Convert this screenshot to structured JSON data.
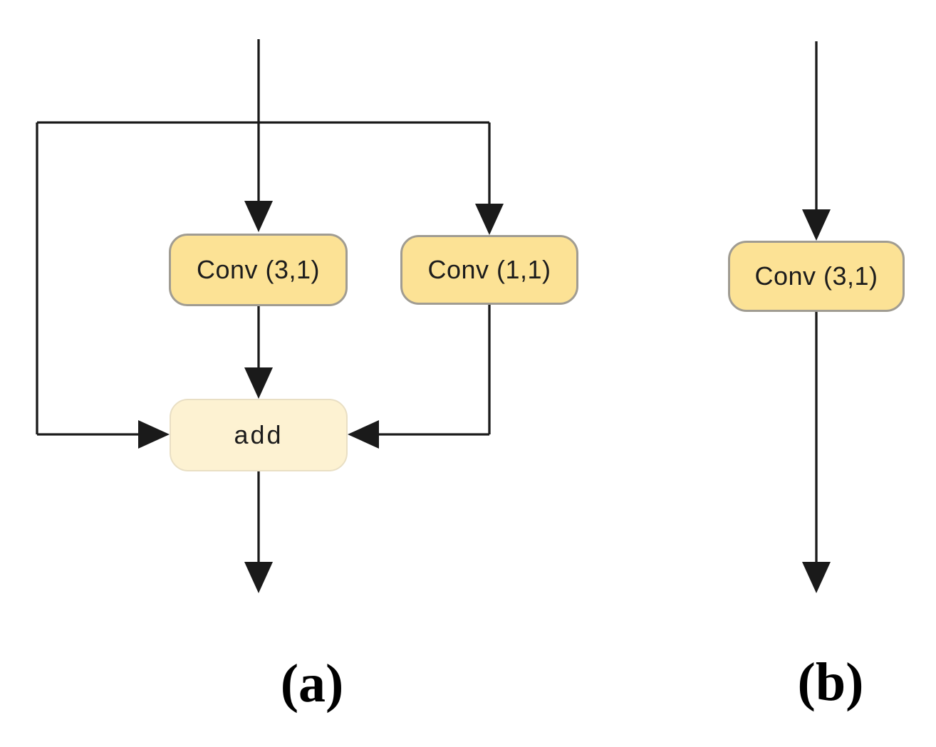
{
  "figure": {
    "description": "Two convolution block diagrams",
    "panels": [
      {
        "id": "a",
        "caption": "(a)",
        "nodes": {
          "conv31": "Conv (3,1)",
          "conv11": "Conv (1,1)",
          "add": "add"
        }
      },
      {
        "id": "b",
        "caption": "(b)",
        "nodes": {
          "conv31": "Conv (3,1)"
        }
      }
    ],
    "colors": {
      "background": "#FFFFFF",
      "conv_fill": "#FCE295",
      "conv_border": "#A09C92",
      "add_fill": "#FDF2D2",
      "add_border": "#E9DFC4",
      "line": "#1A1A1A",
      "text": "#1C1C1C"
    }
  }
}
